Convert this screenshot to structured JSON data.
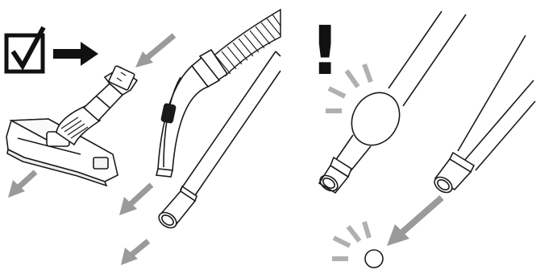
{
  "figure": {
    "warning_symbol": "!",
    "colors": {
      "line": "#1a1a1a",
      "arrow_gray": "#9a9a9a",
      "fill": "#ffffff",
      "dark_fill": "#111111"
    },
    "icons": [
      "checkbox-checked-icon",
      "right-arrow-icon",
      "floor-nozzle",
      "hose-handle",
      "extension-tube",
      "blockage-bulge",
      "loose-object-dot",
      "direction-arrow"
    ]
  }
}
